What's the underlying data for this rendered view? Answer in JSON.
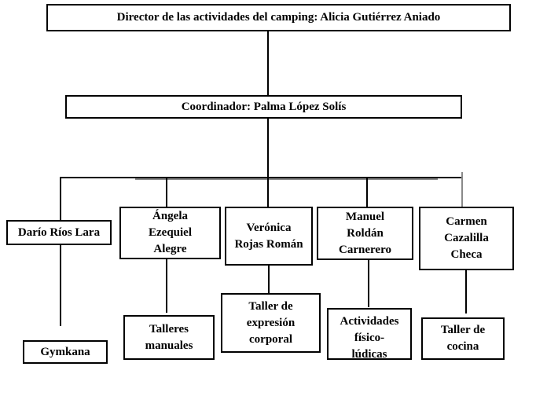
{
  "colors": {
    "background": "#ffffff",
    "border": "#000000",
    "text": "#000000",
    "line": "#000000",
    "line_gray": "#8a8a8a"
  },
  "org_chart": {
    "director": {
      "label": "Director de las actividades del camping: Alicia Gutiérrez Aniado"
    },
    "coordinator": {
      "label": "Coordinador: Palma López Solís"
    },
    "monitors": [
      {
        "name": "Darío Ríos Lara",
        "activity": "Gymkana"
      },
      {
        "name": "Ángela\nEzequiel\nAlegre",
        "activity": "Talleres\nmanuales"
      },
      {
        "name": "Verónica\nRojas Román",
        "activity": "Taller de\nexpresión\ncorporal"
      },
      {
        "name": "Manuel\nRoldán\nCarnerero",
        "activity": "Actividades\nfísico-\nlúdicas"
      },
      {
        "name": "Carmen\nCazalilla\nChecа",
        "activity": "Taller de\ncocina"
      }
    ]
  }
}
